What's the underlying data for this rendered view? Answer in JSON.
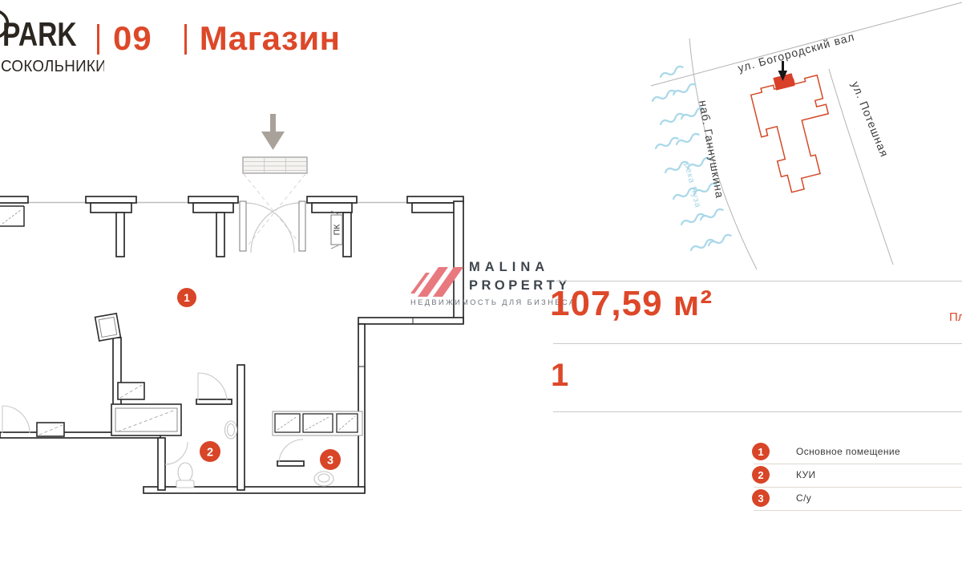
{
  "header": {
    "brand": "PARK",
    "brand_sub": "СОКОЛЬНИКИ",
    "unit_number": "09",
    "unit_type": "Магазин"
  },
  "watermark": {
    "line1": "MALINA",
    "line2": "PROPERTY",
    "tagline": "НЕДВИЖИМОСТЬ ДЛЯ БИЗНЕСА"
  },
  "map": {
    "street_top": "ул. Богородский вал",
    "street_right": "ул. Потешная",
    "embankment": "наб. Ганнушкина",
    "river": "река Яуза"
  },
  "details": {
    "area_value": "107,59 м²",
    "area_label": "Площадь",
    "floor_value": "1"
  },
  "plan": {
    "pk_label": "ПК",
    "room_markers": [
      {
        "num": "1"
      },
      {
        "num": "2"
      },
      {
        "num": "3"
      }
    ]
  },
  "legend": [
    {
      "num": "1",
      "label": "Основное помещение"
    },
    {
      "num": "2",
      "label": "КУИ"
    },
    {
      "num": "3",
      "label": "С/у"
    }
  ],
  "colors": {
    "accent": "#DD4829",
    "marker": "#D84527",
    "brand_dark": "#2B2620",
    "map_building": "#D44A28",
    "water": "#A9D8E9",
    "logo_pink": "#E8797F"
  }
}
